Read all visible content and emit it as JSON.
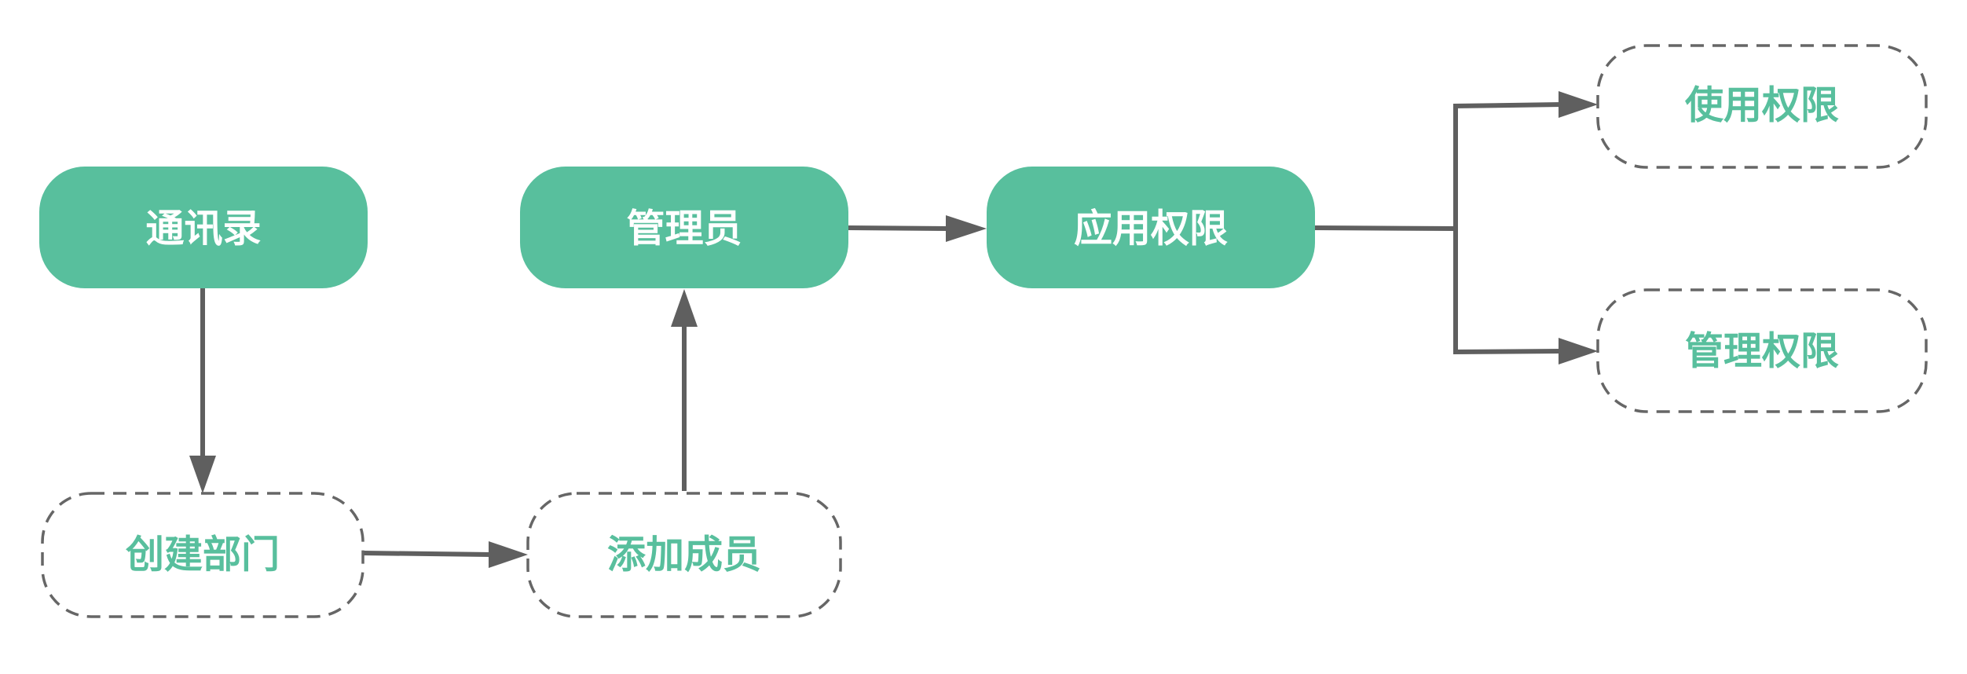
{
  "diagram": {
    "colors": {
      "accent": "#58bf9d",
      "node_text_solid": "#ffffff",
      "border_dashed": "#666666",
      "arrow": "#5f5f5f",
      "background": "#ffffff"
    },
    "nodes": {
      "contacts": {
        "label": "通讯录",
        "style": "solid"
      },
      "admin": {
        "label": "管理员",
        "style": "solid"
      },
      "app_permission": {
        "label": "应用权限",
        "style": "solid"
      },
      "use_permission": {
        "label": "使用权限",
        "style": "dashed"
      },
      "manage_permission": {
        "label": "管理权限",
        "style": "dashed"
      },
      "create_department": {
        "label": "创建部门",
        "style": "dashed"
      },
      "add_member": {
        "label": "添加成员",
        "style": "dashed"
      }
    },
    "edges": [
      {
        "from": "contacts",
        "to": "create_department"
      },
      {
        "from": "create_department",
        "to": "add_member"
      },
      {
        "from": "add_member",
        "to": "admin"
      },
      {
        "from": "admin",
        "to": "app_permission"
      },
      {
        "from": "app_permission",
        "to": "use_permission"
      },
      {
        "from": "app_permission",
        "to": "manage_permission"
      }
    ]
  }
}
